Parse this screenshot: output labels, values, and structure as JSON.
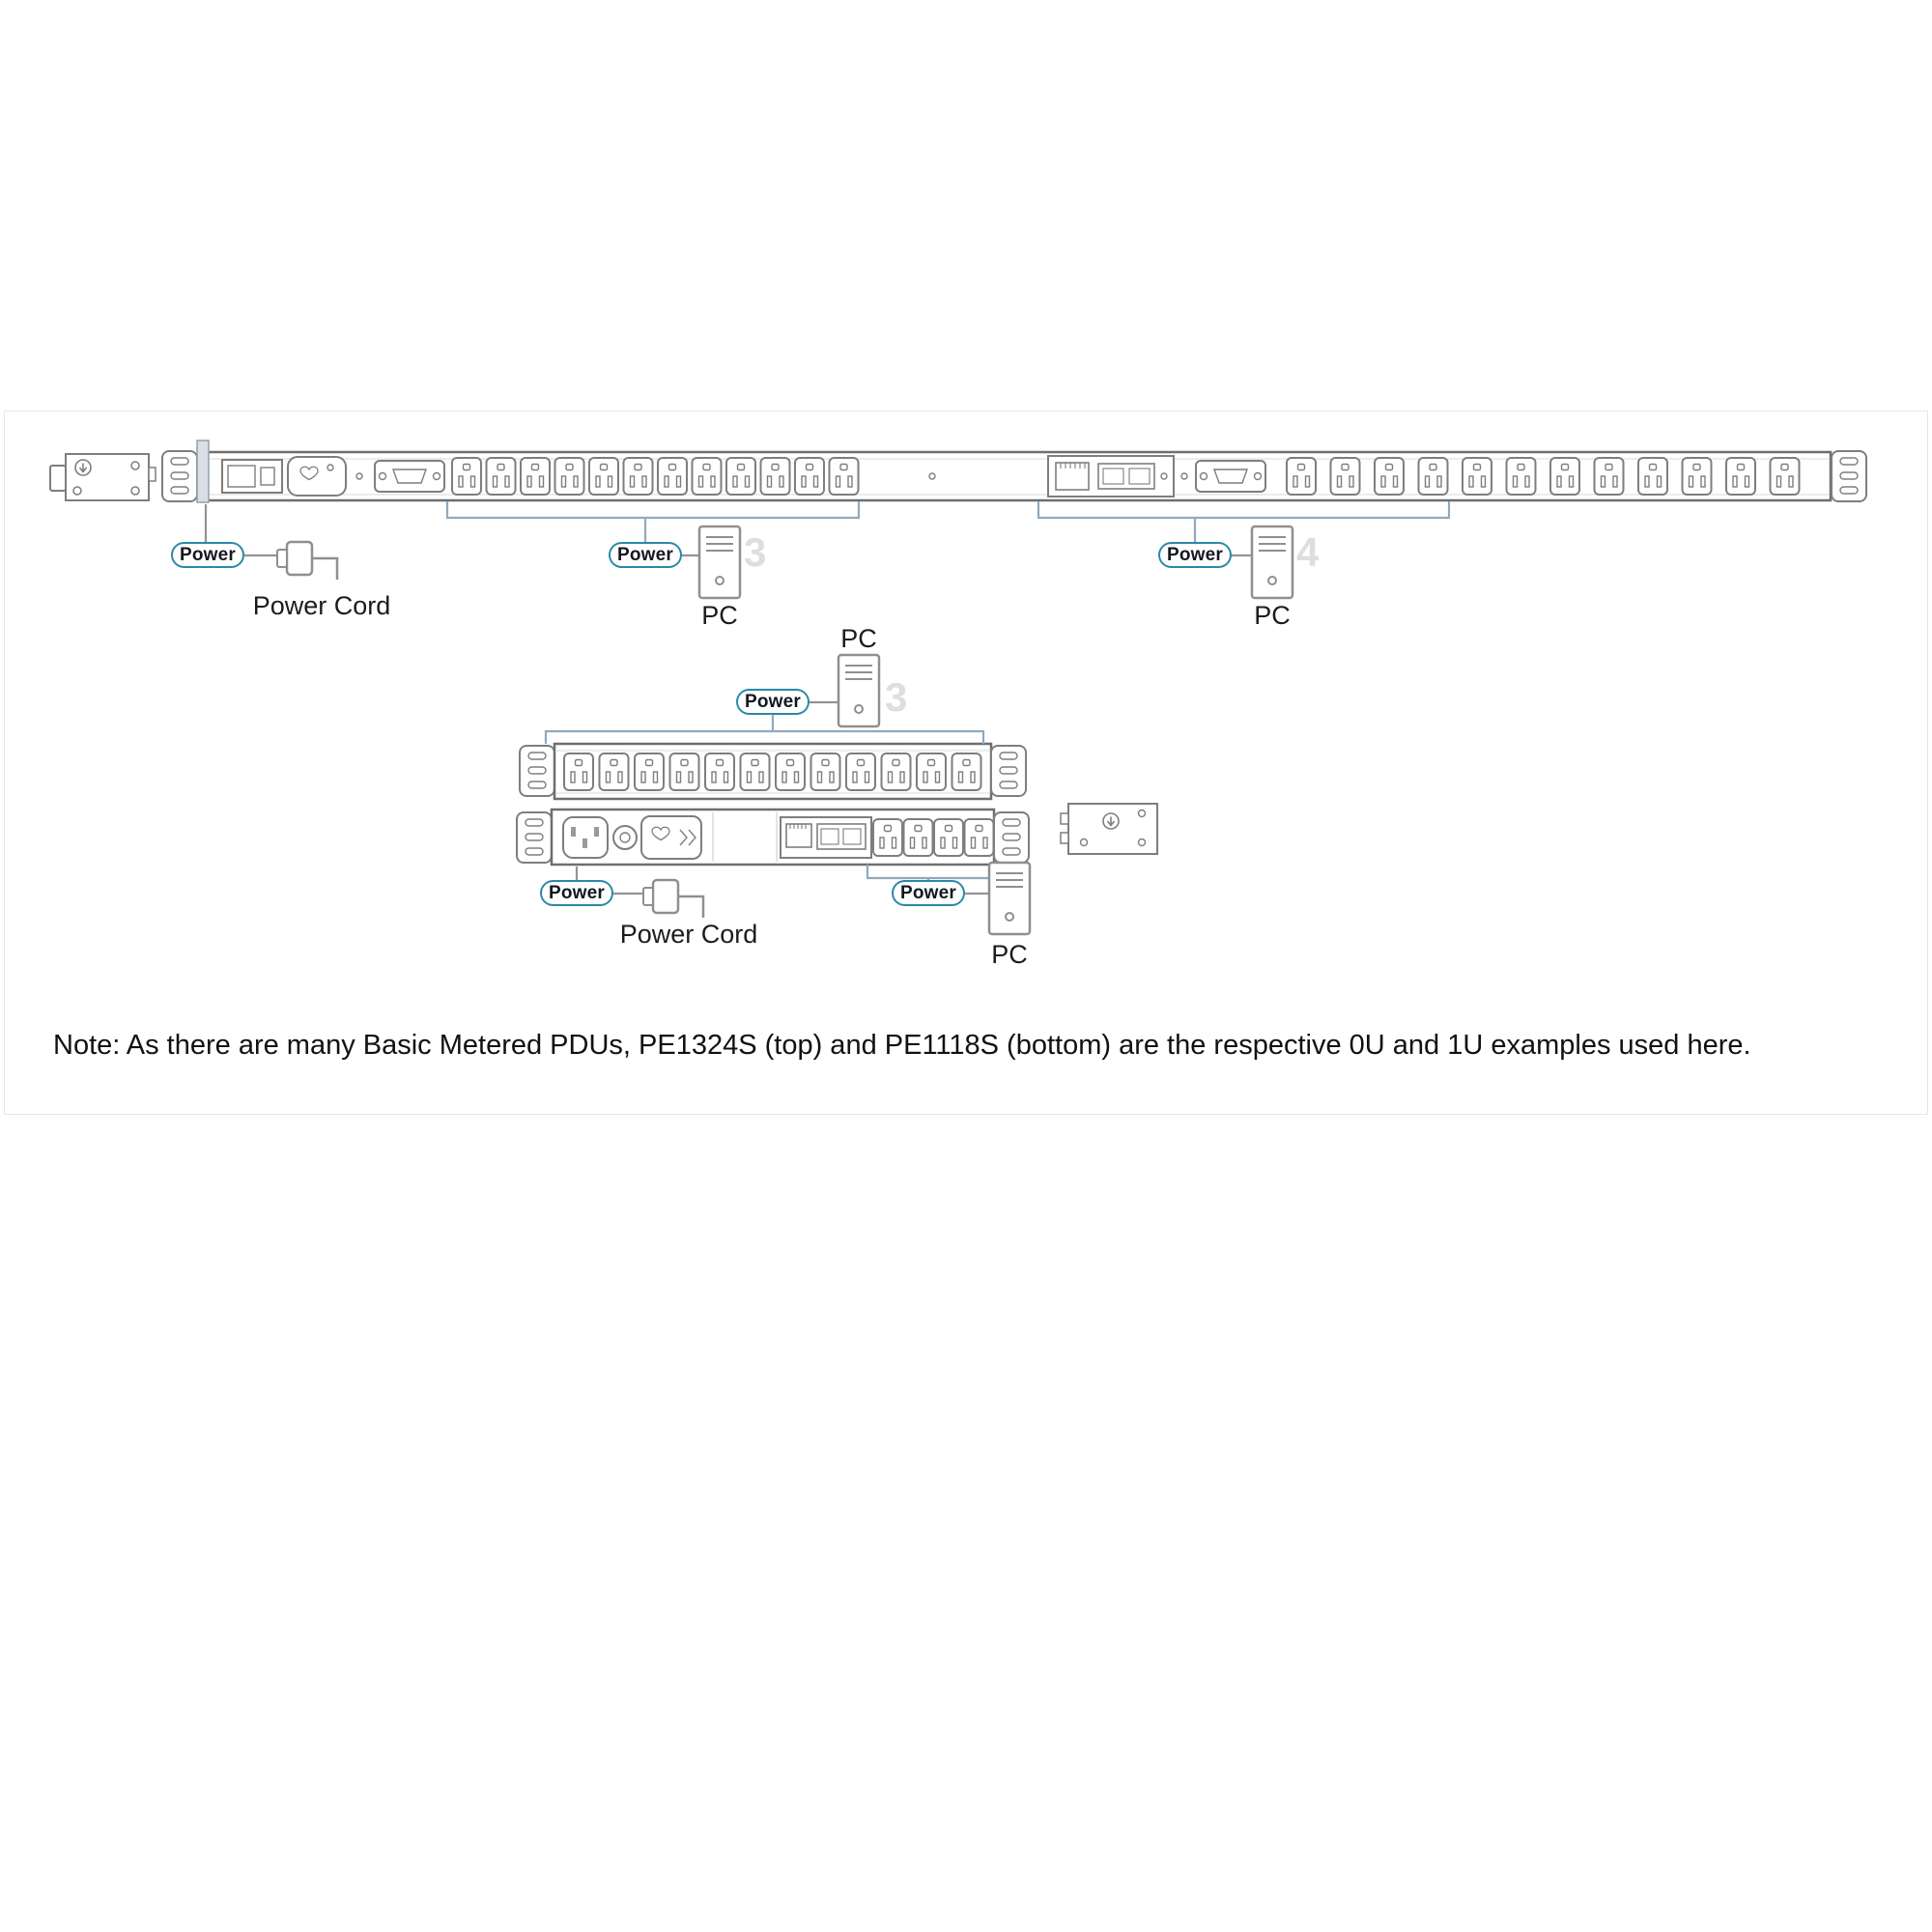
{
  "colors": {
    "accent": "#2b89a8",
    "line_art": "#7e7e7e",
    "bracket_line": "#8fa9bf",
    "connector_line": "#949494",
    "faint_number": "#dedede"
  },
  "labels": {
    "power": "Power",
    "power_cord": "Power Cord",
    "pc": "PC"
  },
  "steps": {
    "top_middle": "3",
    "top_right": "4",
    "mid": "3"
  },
  "note": "Note: As there are many Basic Metered PDUs, PE1324S (top) and PE1118S (bottom) are the respective 0U and 1U examples used here."
}
